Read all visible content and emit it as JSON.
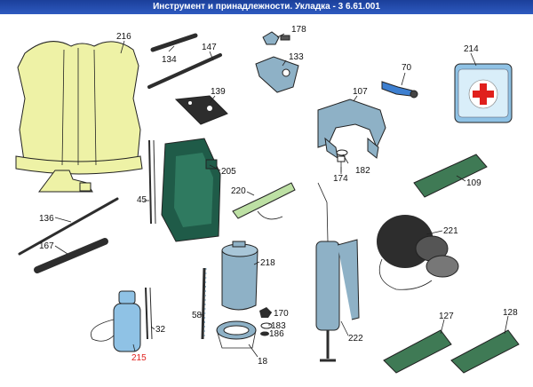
{
  "window": {
    "title": "Инструмент и принадлежности. Укладка - 3 6.61.001"
  },
  "colors": {
    "vest": "#eef2a6",
    "jerrycan": "#1f5b48",
    "steel": "#8eb1c6",
    "blue_part": "#3d7fd0",
    "mat": "#3f7a55",
    "first_aid": "#8fc2e5",
    "dark": "#2d2d2d",
    "highlight_label": "#e0201c"
  },
  "parts": [
    {
      "id": "216",
      "name": "vest"
    },
    {
      "id": "134",
      "name": "tool-bar"
    },
    {
      "id": "147",
      "name": "long-rod"
    },
    {
      "id": "178",
      "name": "wing-bolt"
    },
    {
      "id": "133",
      "name": "bracket"
    },
    {
      "id": "214",
      "name": "first-aid-kit"
    },
    {
      "id": "70",
      "name": "blue-key"
    },
    {
      "id": "139",
      "name": "plate"
    },
    {
      "id": "107",
      "name": "can-holder-bracket"
    },
    {
      "id": "182",
      "name": "washer"
    },
    {
      "id": "174",
      "name": "bolt"
    },
    {
      "id": "205",
      "name": "jerrycan"
    },
    {
      "id": "45",
      "name": "strap"
    },
    {
      "id": "109",
      "name": "mat"
    },
    {
      "id": "220",
      "name": "inspection-lamp"
    },
    {
      "id": "136",
      "name": "screwdriver"
    },
    {
      "id": "167",
      "name": "pry-bar"
    },
    {
      "id": "221",
      "name": "headset"
    },
    {
      "id": "218",
      "name": "pump-cylinder"
    },
    {
      "id": "58",
      "name": "chain-strap"
    },
    {
      "id": "170",
      "name": "nut"
    },
    {
      "id": "183",
      "name": "washer-small"
    },
    {
      "id": "186",
      "name": "spring-washer"
    },
    {
      "id": "18",
      "name": "holder-ring"
    },
    {
      "id": "222",
      "name": "grease-gun"
    },
    {
      "id": "215",
      "name": "canteen",
      "highlight": true
    },
    {
      "id": "32",
      "name": "canteen-strap"
    },
    {
      "id": "127",
      "name": "mat-left"
    },
    {
      "id": "128",
      "name": "mat-right"
    }
  ]
}
